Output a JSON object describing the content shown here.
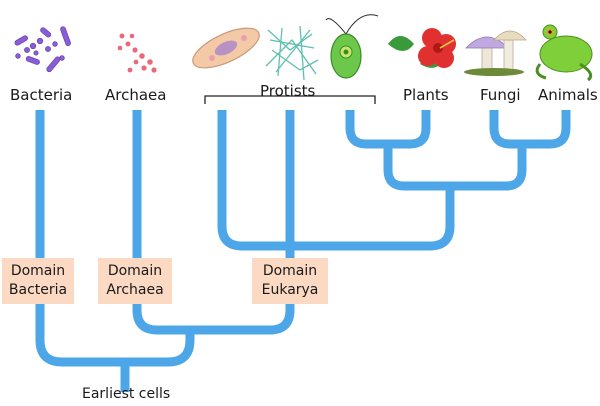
{
  "taxa": {
    "bacteria": "Bacteria",
    "archaea": "Archaea",
    "protists": "Protists",
    "plants": "Plants",
    "fungi": "Fungi",
    "animals": "Animals"
  },
  "domains": {
    "bacteria": "Domain\nBacteria",
    "archaea": "Domain\nArchaea",
    "eukarya": "Domain\nEukarya"
  },
  "root_label": "Earliest cells",
  "colors": {
    "branch": "#4da6e8",
    "domain_box": "#fbd9c3",
    "bacteria_cells": "#8a5cd6",
    "archaea_cells": "#e8697a",
    "flower": "#e03030",
    "leaf": "#3a9a3a",
    "frog": "#7fcf3a"
  }
}
